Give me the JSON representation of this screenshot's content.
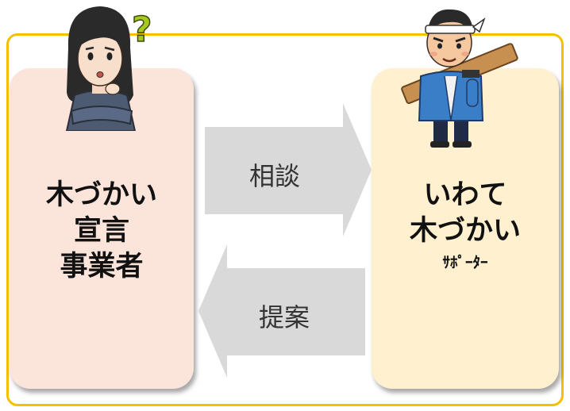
{
  "colors": {
    "frame": "#f5c000",
    "left_box": "#fbe4d9",
    "right_box": "#fff1cf",
    "arrow": "#d9d9d9"
  },
  "left_box": {
    "lines": [
      "木づかい",
      "宣言",
      "事業者"
    ]
  },
  "right_box": {
    "lines": [
      "いわて",
      "木づかい",
      "ｻﾎﾟｰﾀｰ"
    ]
  },
  "arrow_right": {
    "label": "相談"
  },
  "arrow_left": {
    "label": "提案"
  },
  "icons": {
    "question_mark": "question-mark-icon",
    "woman": "thinking-woman-icon",
    "carpenter": "carpenter-icon"
  }
}
